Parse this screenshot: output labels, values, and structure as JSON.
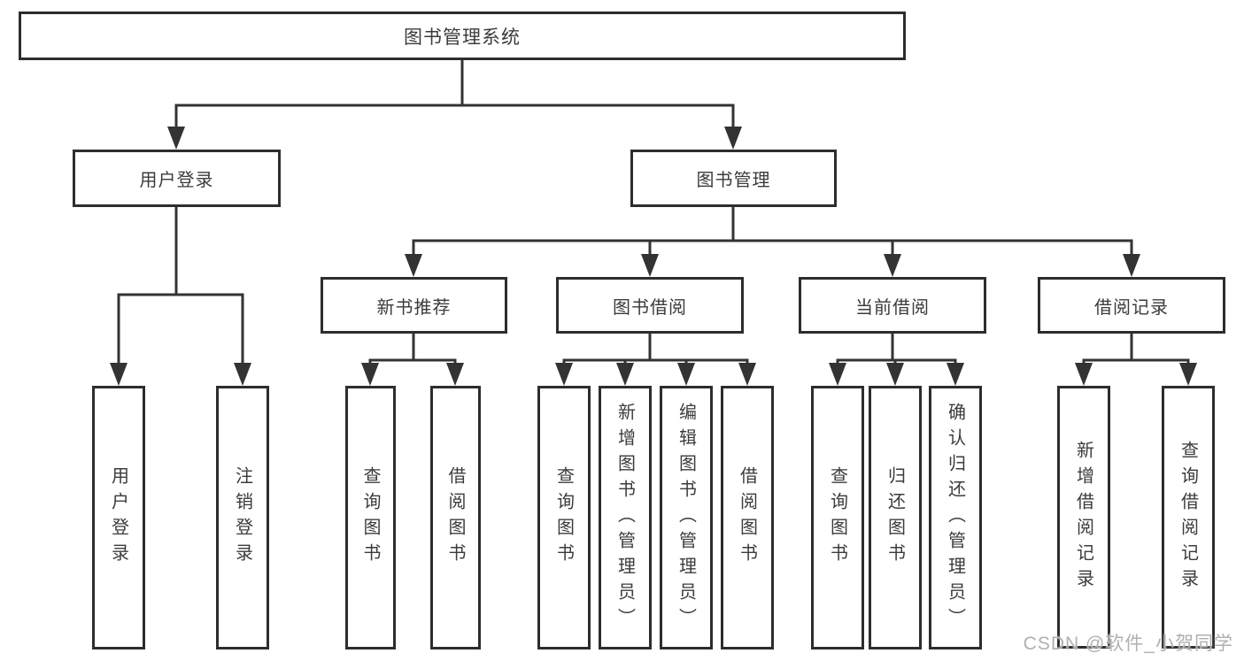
{
  "tree": {
    "root": {
      "label": "图书管理系统"
    },
    "user_login": {
      "label": "用户登录",
      "children": [
        {
          "label": "用户登录"
        },
        {
          "label": "注销登录"
        }
      ]
    },
    "book_management": {
      "label": "图书管理",
      "sections": [
        {
          "label": "新书推荐",
          "children": [
            {
              "label": "查询图书"
            },
            {
              "label": "借阅图书"
            }
          ]
        },
        {
          "label": "图书借阅",
          "children": [
            {
              "label": "查询图书"
            },
            {
              "label": "新增图书（管理员）"
            },
            {
              "label": "编辑图书（管理员）"
            },
            {
              "label": "借阅图书"
            }
          ]
        },
        {
          "label": "当前借阅",
          "children": [
            {
              "label": "查询图书"
            },
            {
              "label": "归还图书"
            },
            {
              "label": "确认归还（管理员）"
            }
          ]
        },
        {
          "label": "借阅记录",
          "children": [
            {
              "label": "新增借阅记录"
            },
            {
              "label": "查询借阅记录"
            }
          ]
        }
      ]
    }
  },
  "watermark": {
    "text": "CSDN @软件_小贺同学"
  },
  "colors": {
    "line": "#333333",
    "border": "#2d2d2d",
    "text": "#3b3b3b",
    "background": "#ffffff",
    "watermark": "#b0b0b0"
  }
}
